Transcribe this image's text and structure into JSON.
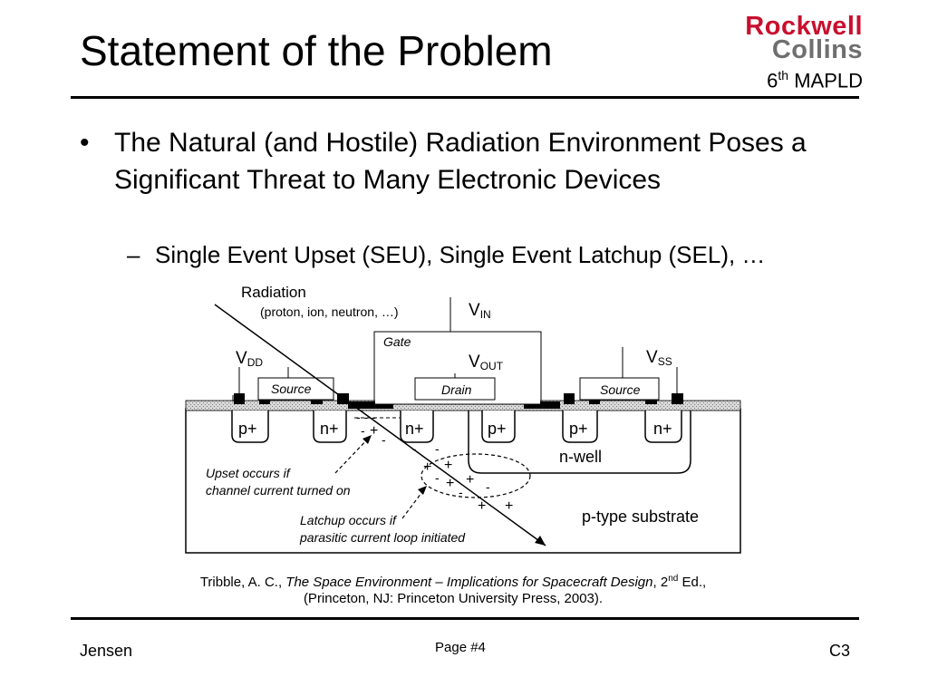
{
  "header": {
    "title": "Statement of the Problem",
    "logo_line1": "Rockwell",
    "logo_line2": "Collins",
    "conference_number": "6",
    "conference_sup": "th",
    "conference_name": " MAPLD",
    "logo_colors": {
      "rockwell": "#c8102e",
      "collins": "#6f6f6f"
    }
  },
  "bullets": {
    "main_marker": "•",
    "main": "The Natural (and Hostile) Radiation Environment Poses a Significant Threat to Many Electronic Devices",
    "sub_marker": "–",
    "sub": "Single Event Upset (SEU), Single Event Latchup (SEL), …"
  },
  "diagram": {
    "radiation": "Radiation",
    "radiation_examples": "(proton, ion, neutron, …)",
    "vin_main": "V",
    "vin_sub": "IN",
    "vdd_main": "V",
    "vdd_sub": "DD",
    "vout_main": "V",
    "vout_sub": "OUT",
    "vss_main": "V",
    "vss_sub": "SS",
    "gate": "Gate",
    "source_left": "Source",
    "drain": "Drain",
    "source_right": "Source",
    "regions": {
      "p1": "p+",
      "n1": "n+",
      "n2": "n+",
      "p2": "p+",
      "p3": "p+",
      "n3": "n+"
    },
    "nwell": "n-well",
    "substrate": "p-type substrate",
    "upset_line1": "Upset occurs if",
    "upset_line2": "channel current turned on",
    "latchup_line1": "Latchup occurs if",
    "latchup_line2": "parasitic current loop initiated",
    "charges": {
      "minus": "-",
      "plus": "+",
      "dashes": "- - -"
    }
  },
  "citation": {
    "authors": "Tribble, A. C., ",
    "book_title": "The Space Environment – Implications for Spacecraft Design",
    "edition_pre": ", 2",
    "edition_sup": "nd",
    "edition_post": " Ed.,",
    "line2": "(Princeton, NJ:  Princeton University Press, 2003)."
  },
  "footer": {
    "left": "Jensen",
    "center": "Page #4",
    "right": "C3"
  }
}
